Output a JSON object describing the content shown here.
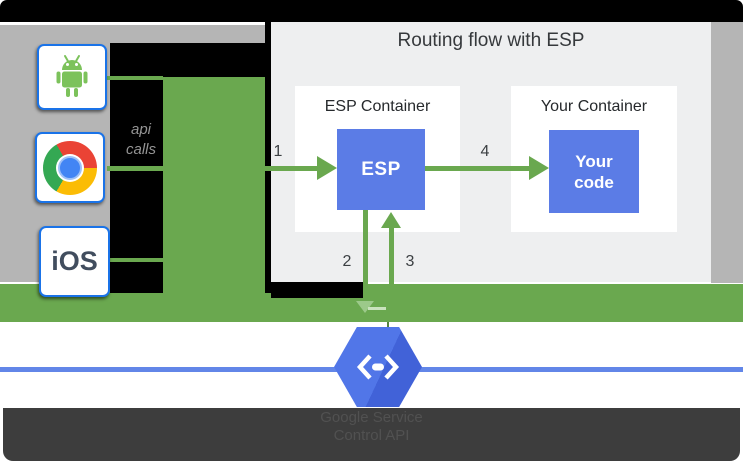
{
  "header": {
    "title": "Routing flow with ESP"
  },
  "clients": {
    "android_icon": "android-robot",
    "chrome_icon": "chrome-browser",
    "ios_label": "iOS"
  },
  "annotations": {
    "api_calls_line1": "api",
    "api_calls_line2": "calls"
  },
  "containers": {
    "esp": {
      "title": "ESP Container",
      "box_label": "ESP"
    },
    "your": {
      "title": "Your Container",
      "box_line1": "Your",
      "box_line2": "code"
    }
  },
  "steps": {
    "s1": "1",
    "s2": "2",
    "s3": "3",
    "s4": "4"
  },
  "footer": {
    "service_line1": "Google Service",
    "service_line2": "Control API",
    "service_icon": "google-cloud-endpoints-hexagon"
  },
  "colors": {
    "arrow_green": "#6aa84f",
    "light_arrow_green": "#9cc98a",
    "blue_box": "#5b7ce6",
    "hexagon_blue": "#4a6de4",
    "service_line_blue": "#6286e8",
    "client_border_blue": "#1a73e8",
    "android_green": "#7cc25b",
    "panel_gray": "#b5b5b5",
    "canvas_gray": "#eeeff0",
    "footer_gray": "#3d3d3d"
  }
}
